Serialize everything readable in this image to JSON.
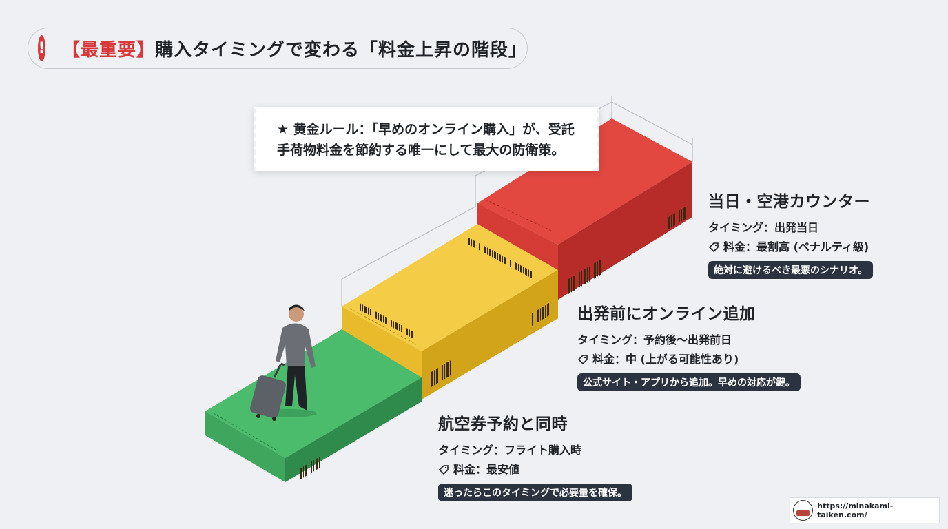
{
  "title": {
    "alert_glyph": "!",
    "accent": "【最重要】",
    "main": "購入タイミングで変わる「料金上昇の階段」"
  },
  "golden_rule": {
    "line1": "★ 黄金ルール：「早めのオンライン購入」が、受託",
    "line2": "手荷物料金を節約する唯一にして最大の防衛策。"
  },
  "steps": [
    {
      "heading": "航空券予約と同時",
      "timing": "タイミング：フライト購入時",
      "price": "料金：最安値",
      "note": "迷ったらこのタイミングで必要量を確保。",
      "color": "#46b46a"
    },
    {
      "heading": "出発前にオンライン追加",
      "timing": "タイミング：予約後〜出発前日",
      "price": "料金：中 (上がる可能性あり)",
      "note": "公式サイト・アプリから追加。早めの対応が鍵。",
      "color": "#f3c83a"
    },
    {
      "heading": "当日・空港カウンター",
      "timing": "タイミング：出発当日",
      "price": "料金：最割高 (ペナルティ級)",
      "note": "絶対に避けるべき最悪のシナリオ。",
      "color": "#e3433d"
    }
  ],
  "footer": {
    "url": "https://minakami-taiken.com/"
  },
  "colors": {
    "alert": "#d9383a",
    "badge_bg": "#2b3240"
  }
}
